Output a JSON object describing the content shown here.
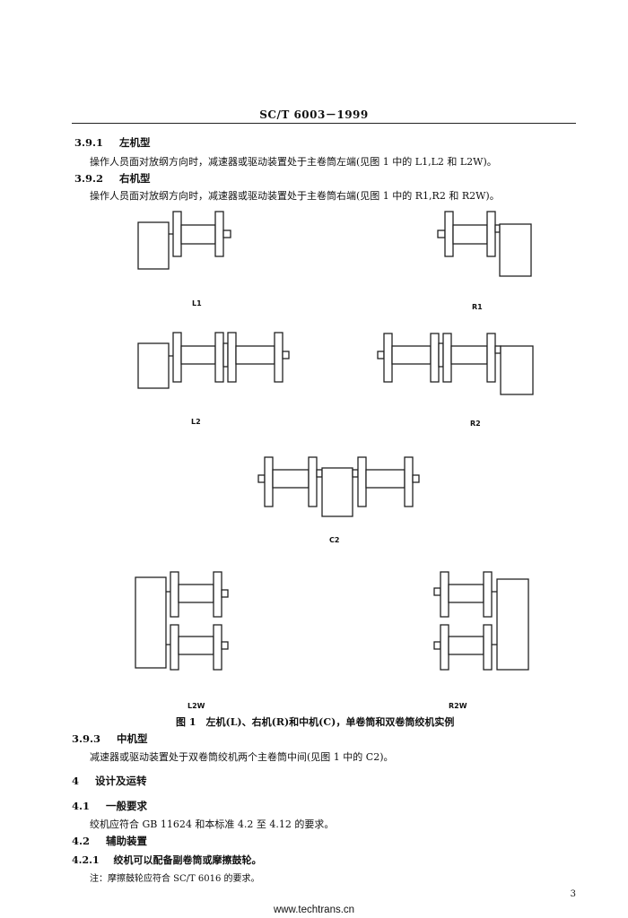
{
  "header": {
    "standard_code": "SC/T 6003－1999"
  },
  "sections": {
    "s391": {
      "number": "3.9.1",
      "title": "左机型",
      "text": "操作人员面对放纲方向时，减速器或驱动装置处于主卷筒左端(见图 1 中的 L1,L2 和 L2W)。"
    },
    "s392": {
      "number": "3.9.2",
      "title": "右机型",
      "text": "操作人员面对放纲方向时，减速器或驱动装置处于主卷筒右端(见图 1 中的 R1,R2 和 R2W)。"
    },
    "s393": {
      "number": "3.9.3",
      "title": "中机型",
      "text": "减速器或驱动装置处于双卷筒绞机两个主卷筒中间(见图 1 中的 C2)。"
    },
    "s4": {
      "number": "4",
      "title": "设计及运转"
    },
    "s41": {
      "number": "4.1",
      "title": "一般要求",
      "text": "绞机应符合 GB 11624 和本标准 4.2 至 4.12 的要求。"
    },
    "s42": {
      "number": "4.2",
      "title": "辅助装置"
    },
    "s421": {
      "number": "4.2.1",
      "text": "绞机可以配备副卷筒或摩擦鼓轮。"
    },
    "note": "注：摩擦鼓轮应符合 SC/T 6016 的要求。"
  },
  "figure": {
    "labels": {
      "L1": "L1",
      "R1": "R1",
      "L2": "L2",
      "R2": "R2",
      "C2": "C2",
      "L2W": "L2W",
      "R2W": "R2W"
    },
    "caption": "图 1　左机(L)、右机(R)和中机(C)，单卷筒和双卷筒绞机实例"
  },
  "footer": {
    "page_number": "3",
    "url": "www.techtrans.cn"
  }
}
